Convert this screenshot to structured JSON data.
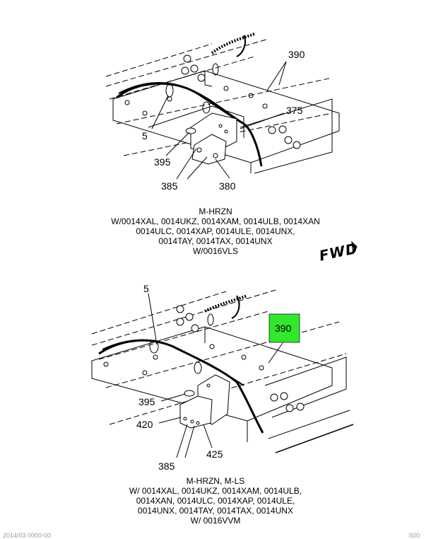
{
  "top_view": {
    "callouts": {
      "c390": "390",
      "c375": "375",
      "c5": "5",
      "c395": "395",
      "c385": "385",
      "c380": "380"
    },
    "caption": [
      "M-HRZN",
      "W/0014XAL, 0014UKZ, 0014XAM, 0014ULB, 0014XAN",
      "0014ULC, 0014XAP, 0014ULE, 0014UNX,",
      "0014TAY, 0014TAX, 0014UNX",
      "W/0016VLS"
    ]
  },
  "forward_indicator": "FWD",
  "bottom_view": {
    "callouts": {
      "c5": "5",
      "c390": "390",
      "c395": "395",
      "c420": "420",
      "c425": "425",
      "c385": "385"
    },
    "highlight_color": "#33e62e",
    "caption": [
      "M-HRZN, M-LS",
      "W/ 0014XAL, 0014UKZ, 0014XAM, 0014ULB,",
      "0014XAN, 0014ULC, 0014XAP, 0014ULE,",
      "0014UNX, 0014TAY, 0014TAX, 0014UNX",
      "W/ 0016VVM"
    ]
  },
  "footer": {
    "left": "2014/03 0000-00",
    "right": "S00"
  }
}
